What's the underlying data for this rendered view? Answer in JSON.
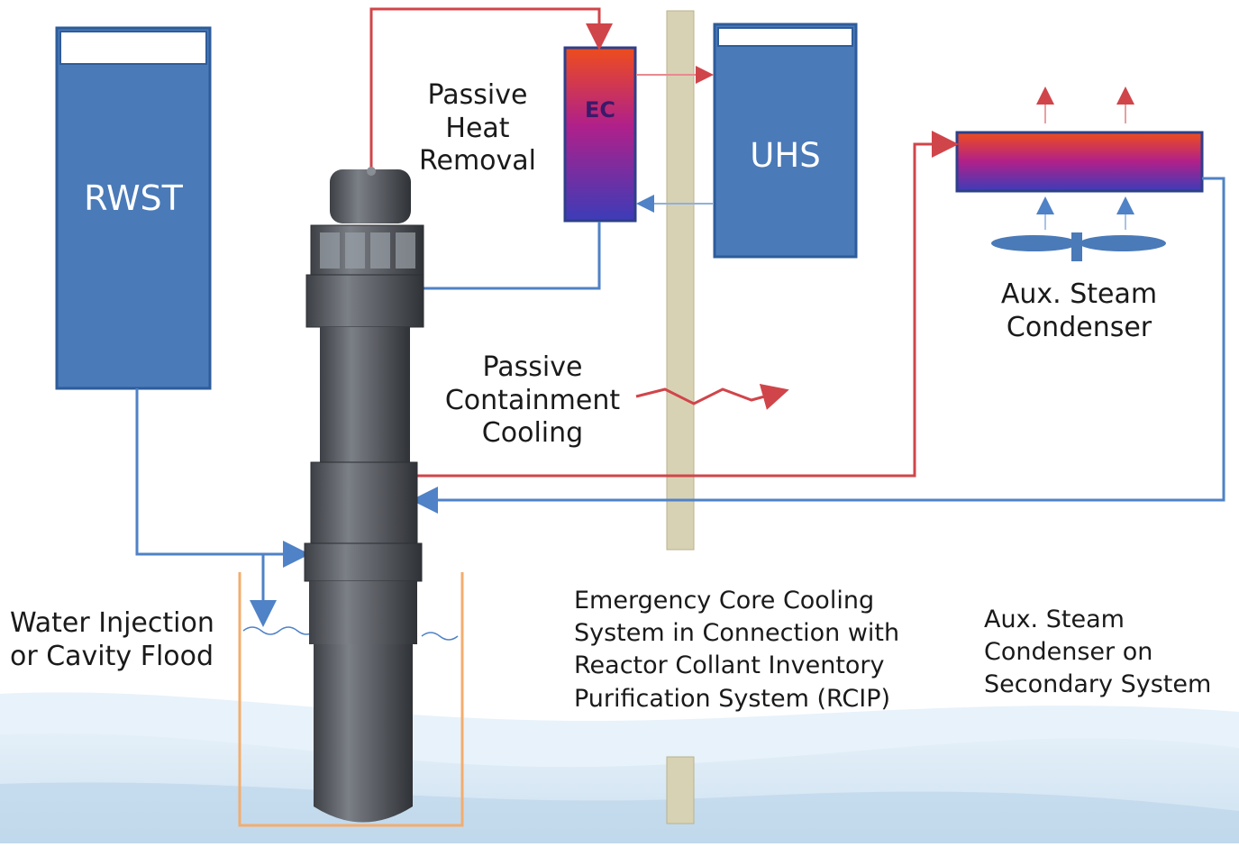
{
  "tanks": {
    "rwst": "RWST",
    "uhs": "UHS",
    "ec": "EC"
  },
  "labels": {
    "passive_heat_removal": [
      "Passive",
      "Heat",
      "Removal"
    ],
    "passive_containment_cooling": [
      "Passive",
      "Containment",
      "Cooling"
    ],
    "aux_steam_condenser": [
      "Aux. Steam",
      "Condenser"
    ],
    "water_injection": [
      "Water Injection",
      "or Cavity Flood"
    ],
    "eccs": [
      "Emergency Core Cooling",
      "System in Connection with",
      "Reactor Collant Inventory",
      "Purification System (RCIP)"
    ],
    "aux_condenser_secondary": [
      "Aux. Steam",
      "Condenser on",
      "Secondary System"
    ]
  },
  "colors": {
    "tank_blue": "#4a7ab8",
    "tank_border": "#2e5c9a",
    "hot_line": "#d0454a",
    "cold_line": "#4f82c6",
    "wall": "#d8d2b4",
    "pool": "#f2ad6e",
    "vessel": "#5a5d63"
  }
}
